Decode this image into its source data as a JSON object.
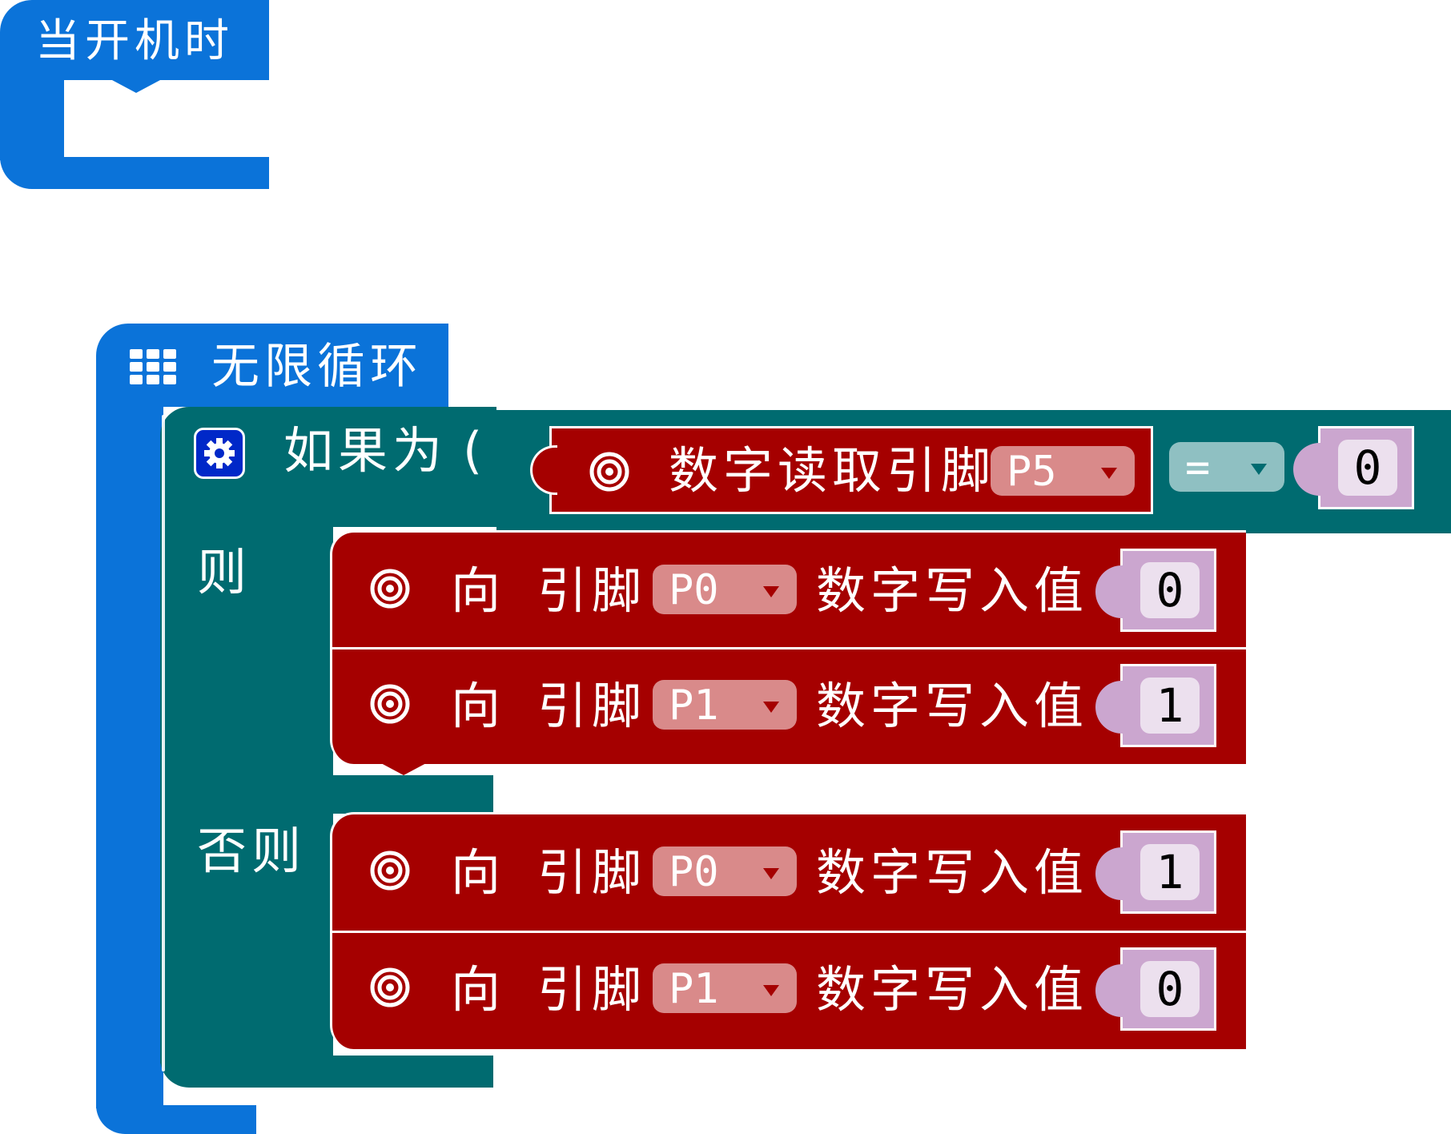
{
  "on_start": {
    "label": "当开机时"
  },
  "forever": {
    "label": "无限循环",
    "icon": "grid-icon"
  },
  "if_block": {
    "if_label": "如果为",
    "then_label": "则",
    "else_label": "否则",
    "condition": {
      "read_label": "数字读取引脚",
      "pin": "P5",
      "operator": "=",
      "value": "0"
    }
  },
  "statements": {
    "then": [
      {
        "to_label": "向",
        "pin_label": "引脚",
        "pin": "P0",
        "write_label": "数字写入值",
        "value": "0"
      },
      {
        "to_label": "向",
        "pin_label": "引脚",
        "pin": "P1",
        "write_label": "数字写入值",
        "value": "1"
      }
    ],
    "else": [
      {
        "to_label": "向",
        "pin_label": "引脚",
        "pin": "P0",
        "write_label": "数字写入值",
        "value": "1"
      },
      {
        "to_label": "向",
        "pin_label": "引脚",
        "pin": "P1",
        "write_label": "数字写入值",
        "value": "0"
      }
    ]
  },
  "colors": {
    "basic": "#0b73d9",
    "logic": "#006b70",
    "pins": "#a50000",
    "math": "#cba6cf"
  }
}
